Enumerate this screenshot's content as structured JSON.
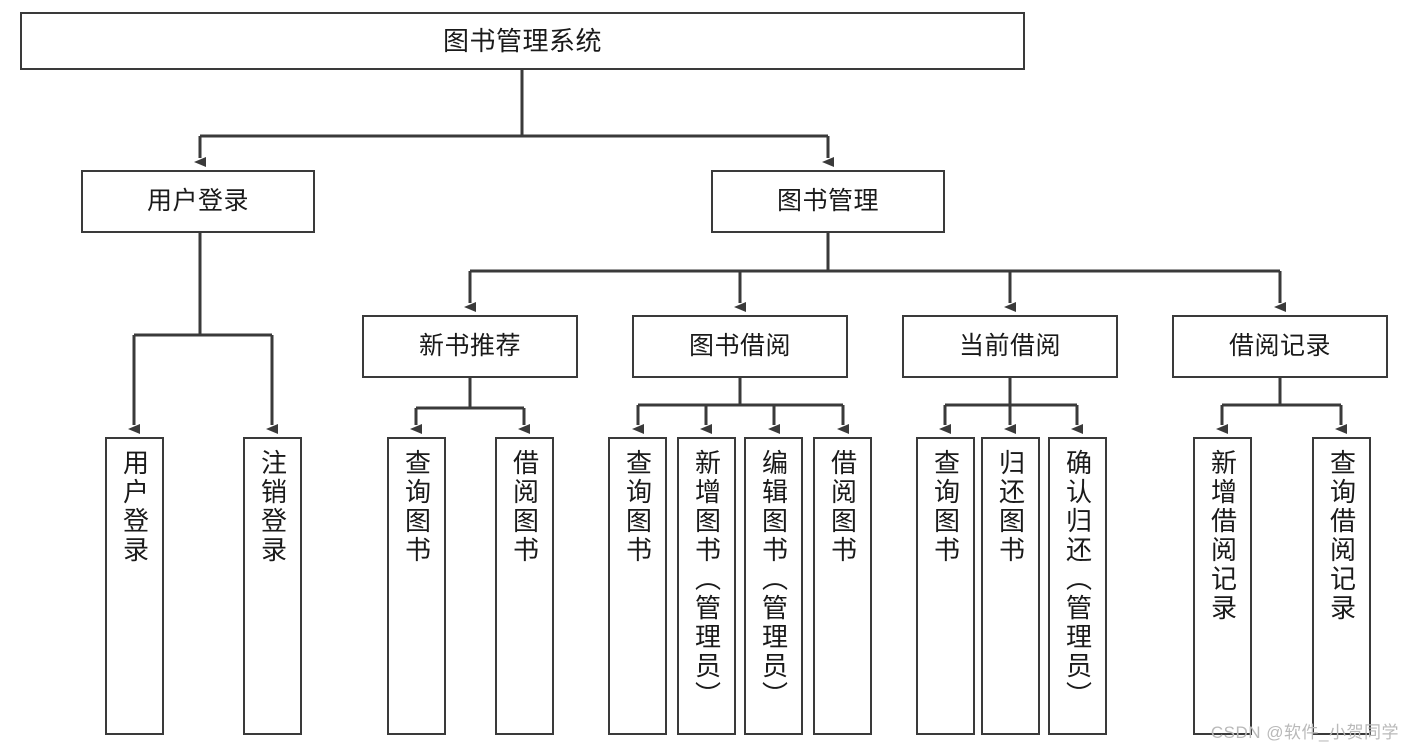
{
  "diagram": {
    "type": "tree",
    "title": "图书管理系统",
    "watermark": "CSDN @软件_小贺同学",
    "colors": {
      "box_border": "#3a3a3a",
      "box_fill": "#ffffff",
      "edge": "#3a3a3a",
      "text": "#1a1a1a",
      "watermark": "#b9b9b9"
    },
    "nodes": {
      "root": {
        "label": "图书管理系统"
      },
      "level2": [
        {
          "id": "user-login",
          "label": "用户登录"
        },
        {
          "id": "book-management",
          "label": "图书管理"
        }
      ],
      "level3": [
        {
          "id": "new-book-recommend",
          "label": "新书推荐"
        },
        {
          "id": "book-borrow",
          "label": "图书借阅"
        },
        {
          "id": "current-borrow",
          "label": "当前借阅"
        },
        {
          "id": "borrow-record",
          "label": "借阅记录"
        }
      ],
      "leaves": {
        "user-login": [
          {
            "id": "leaf-user-login",
            "label": "用户登录"
          },
          {
            "id": "leaf-logout-login",
            "label": "注销登录"
          }
        ],
        "new-book-recommend": [
          {
            "id": "leaf-query-book-1",
            "label": "查询图书"
          },
          {
            "id": "leaf-borrow-book-1",
            "label": "借阅图书"
          }
        ],
        "book-borrow": [
          {
            "id": "leaf-query-book-2",
            "label": "查询图书"
          },
          {
            "id": "leaf-add-book",
            "label": "新增图书（管理员）"
          },
          {
            "id": "leaf-edit-book",
            "label": "编辑图书（管理员）"
          },
          {
            "id": "leaf-borrow-book-2",
            "label": "借阅图书"
          }
        ],
        "current-borrow": [
          {
            "id": "leaf-query-book-3",
            "label": "查询图书"
          },
          {
            "id": "leaf-return-book",
            "label": "归还图书"
          },
          {
            "id": "leaf-confirm-return",
            "label": "确认归还（管理员）"
          }
        ],
        "borrow-record": [
          {
            "id": "leaf-add-record",
            "label": "新增借阅记录"
          },
          {
            "id": "leaf-query-record",
            "label": "查询借阅记录"
          }
        ]
      }
    }
  }
}
